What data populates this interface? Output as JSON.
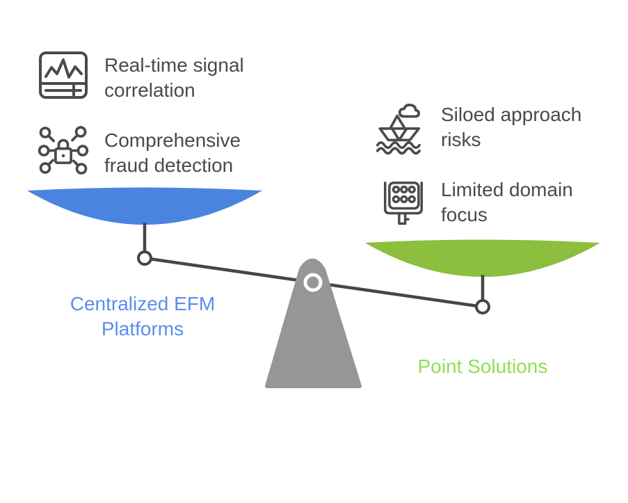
{
  "colors": {
    "left_pan": "#4a84e0",
    "left_label": "#5b8def",
    "right_pan": "#8bbf3d",
    "right_label": "#8fe04e",
    "ink": "#4a4a4a",
    "beam": "#464646",
    "fulcrum": "#969696",
    "background": "#ffffff"
  },
  "left": {
    "label": "Centralized EFM Platforms",
    "items": [
      {
        "icon": "signal-monitor-icon",
        "label": "Real-time signal correlation"
      },
      {
        "icon": "network-lock-icon",
        "label": "Comprehensive fraud detection"
      }
    ]
  },
  "right": {
    "label": "Point Solutions",
    "items": [
      {
        "icon": "boat-waves-icon",
        "label": "Siloed approach risks"
      },
      {
        "icon": "panel-lights-icon",
        "label": "Limited domain focus"
      }
    ]
  }
}
